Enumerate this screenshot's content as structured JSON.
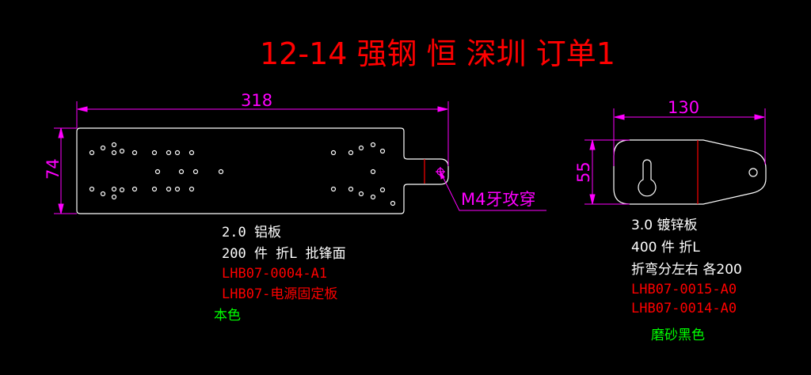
{
  "title": "12-14 强钢 恒 深圳 订单1",
  "colors": {
    "background": "#000000",
    "title": "#ff0000",
    "dimension": "#ff00ff",
    "outline": "#ffffff",
    "bendline": "#ff0000",
    "note_white": "#ffffff",
    "note_red": "#ff0000",
    "note_green": "#00ff00"
  },
  "part1": {
    "dim_length": "318",
    "dim_width": "74",
    "thread_note": "M4牙攻穿",
    "notes": {
      "material": "2.0 铝板",
      "qty": "200 件 折L 批锋面",
      "code": "LHB07-0004-A1",
      "name": "LHB07-电源固定板",
      "finish": "本色"
    }
  },
  "part2": {
    "dim_length": "130",
    "dim_width": "55",
    "notes": {
      "material": "3.0 镀锌板",
      "qty": "400 件  折L",
      "bend": "折弯分左右  各200",
      "code1": "LHB07-0015-A0",
      "code2": "LHB07-0014-A0",
      "finish": "磨砂黑色"
    }
  }
}
